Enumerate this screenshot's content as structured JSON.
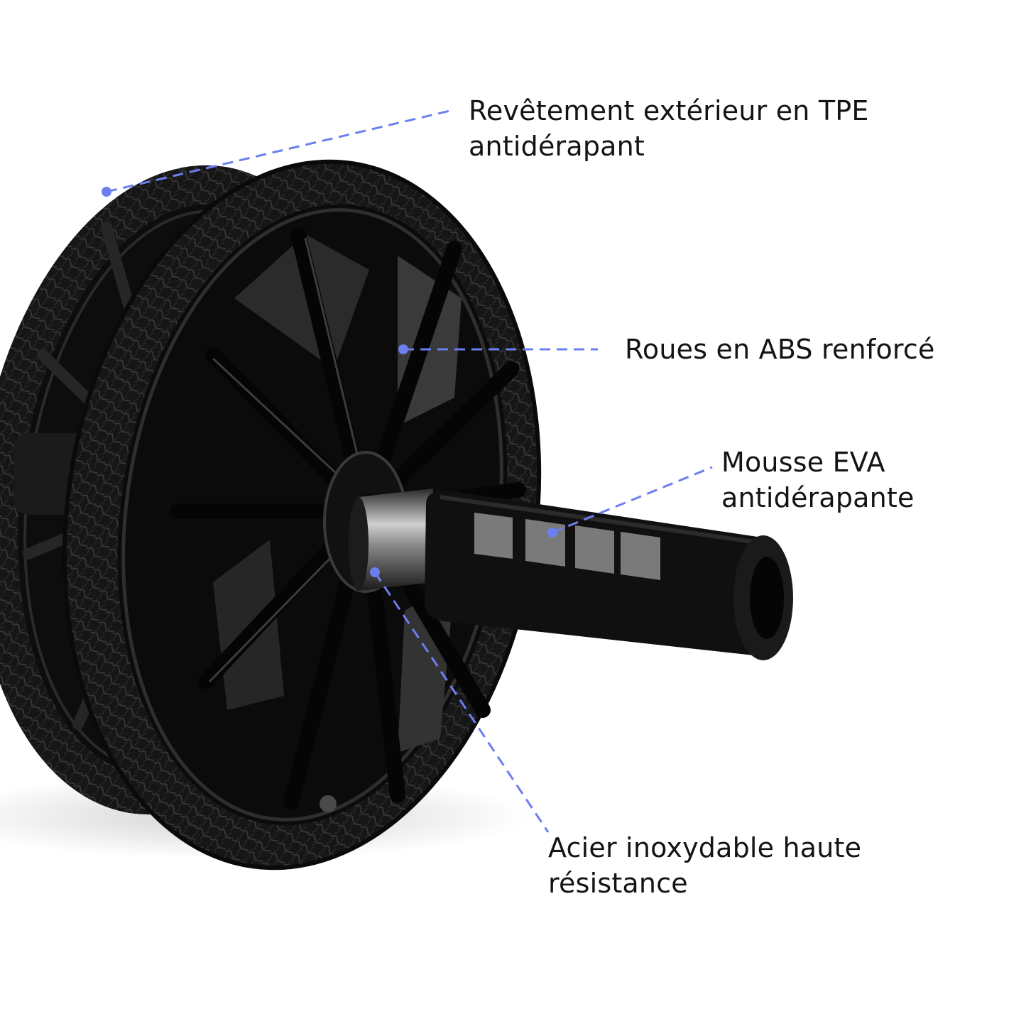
{
  "colors": {
    "background": "#ffffff",
    "text": "#141414",
    "leader_line": "#6b7ff0",
    "tire": "#141414",
    "grip_stripe": "#7a7a7a"
  },
  "callouts": [
    {
      "id": "tpe-coating",
      "lines": [
        "Revêtement extérieur en TPE",
        "antidérapant"
      ]
    },
    {
      "id": "abs-wheels",
      "lines": [
        "Roues en ABS renforcé"
      ]
    },
    {
      "id": "eva-foam",
      "lines": [
        "Mousse EVA",
        "antidérapante"
      ]
    },
    {
      "id": "stainless-steel",
      "lines": [
        "Acier inoxydable haute",
        "résistance"
      ]
    }
  ]
}
